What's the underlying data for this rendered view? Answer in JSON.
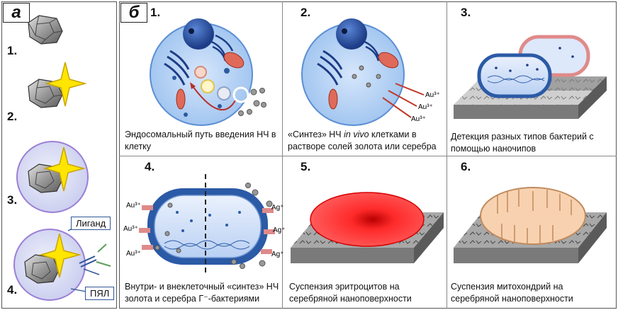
{
  "panel_a": {
    "letter": "а",
    "items": [
      "1.",
      "2.",
      "3.",
      "4."
    ],
    "ligand_label": "Лиганд",
    "pyal_label": "ПЯЛ"
  },
  "panel_b": {
    "letter": "б",
    "cells": [
      {
        "num": "1.",
        "caption": [
          "Эндосомальный путь введения НЧ в",
          "клетку"
        ]
      },
      {
        "num": "2.",
        "caption_pre": "«Синтез» НЧ ",
        "caption_italic": "in vivo",
        "caption_post": " клетками в",
        "caption_line2": "растворе солей золота или серебра"
      },
      {
        "num": "3.",
        "caption": [
          "Детекция разных типов бактерий с",
          "помощью наночипов"
        ]
      },
      {
        "num": "4.",
        "caption": [
          "Внутри- и внеклеточный «синтез» НЧ",
          "золота и серебра  Г⁻-бактериями"
        ]
      },
      {
        "num": "5.",
        "caption": [
          "Суспензия эритроцитов  на",
          "серебряной наноповерхности"
        ]
      },
      {
        "num": "6.",
        "caption": [
          "Суспензия митохондрий на",
          "серебряной наноповерхности"
        ]
      }
    ],
    "ion_au": "Au³⁺",
    "ion_ag": "Ag⁺"
  }
}
